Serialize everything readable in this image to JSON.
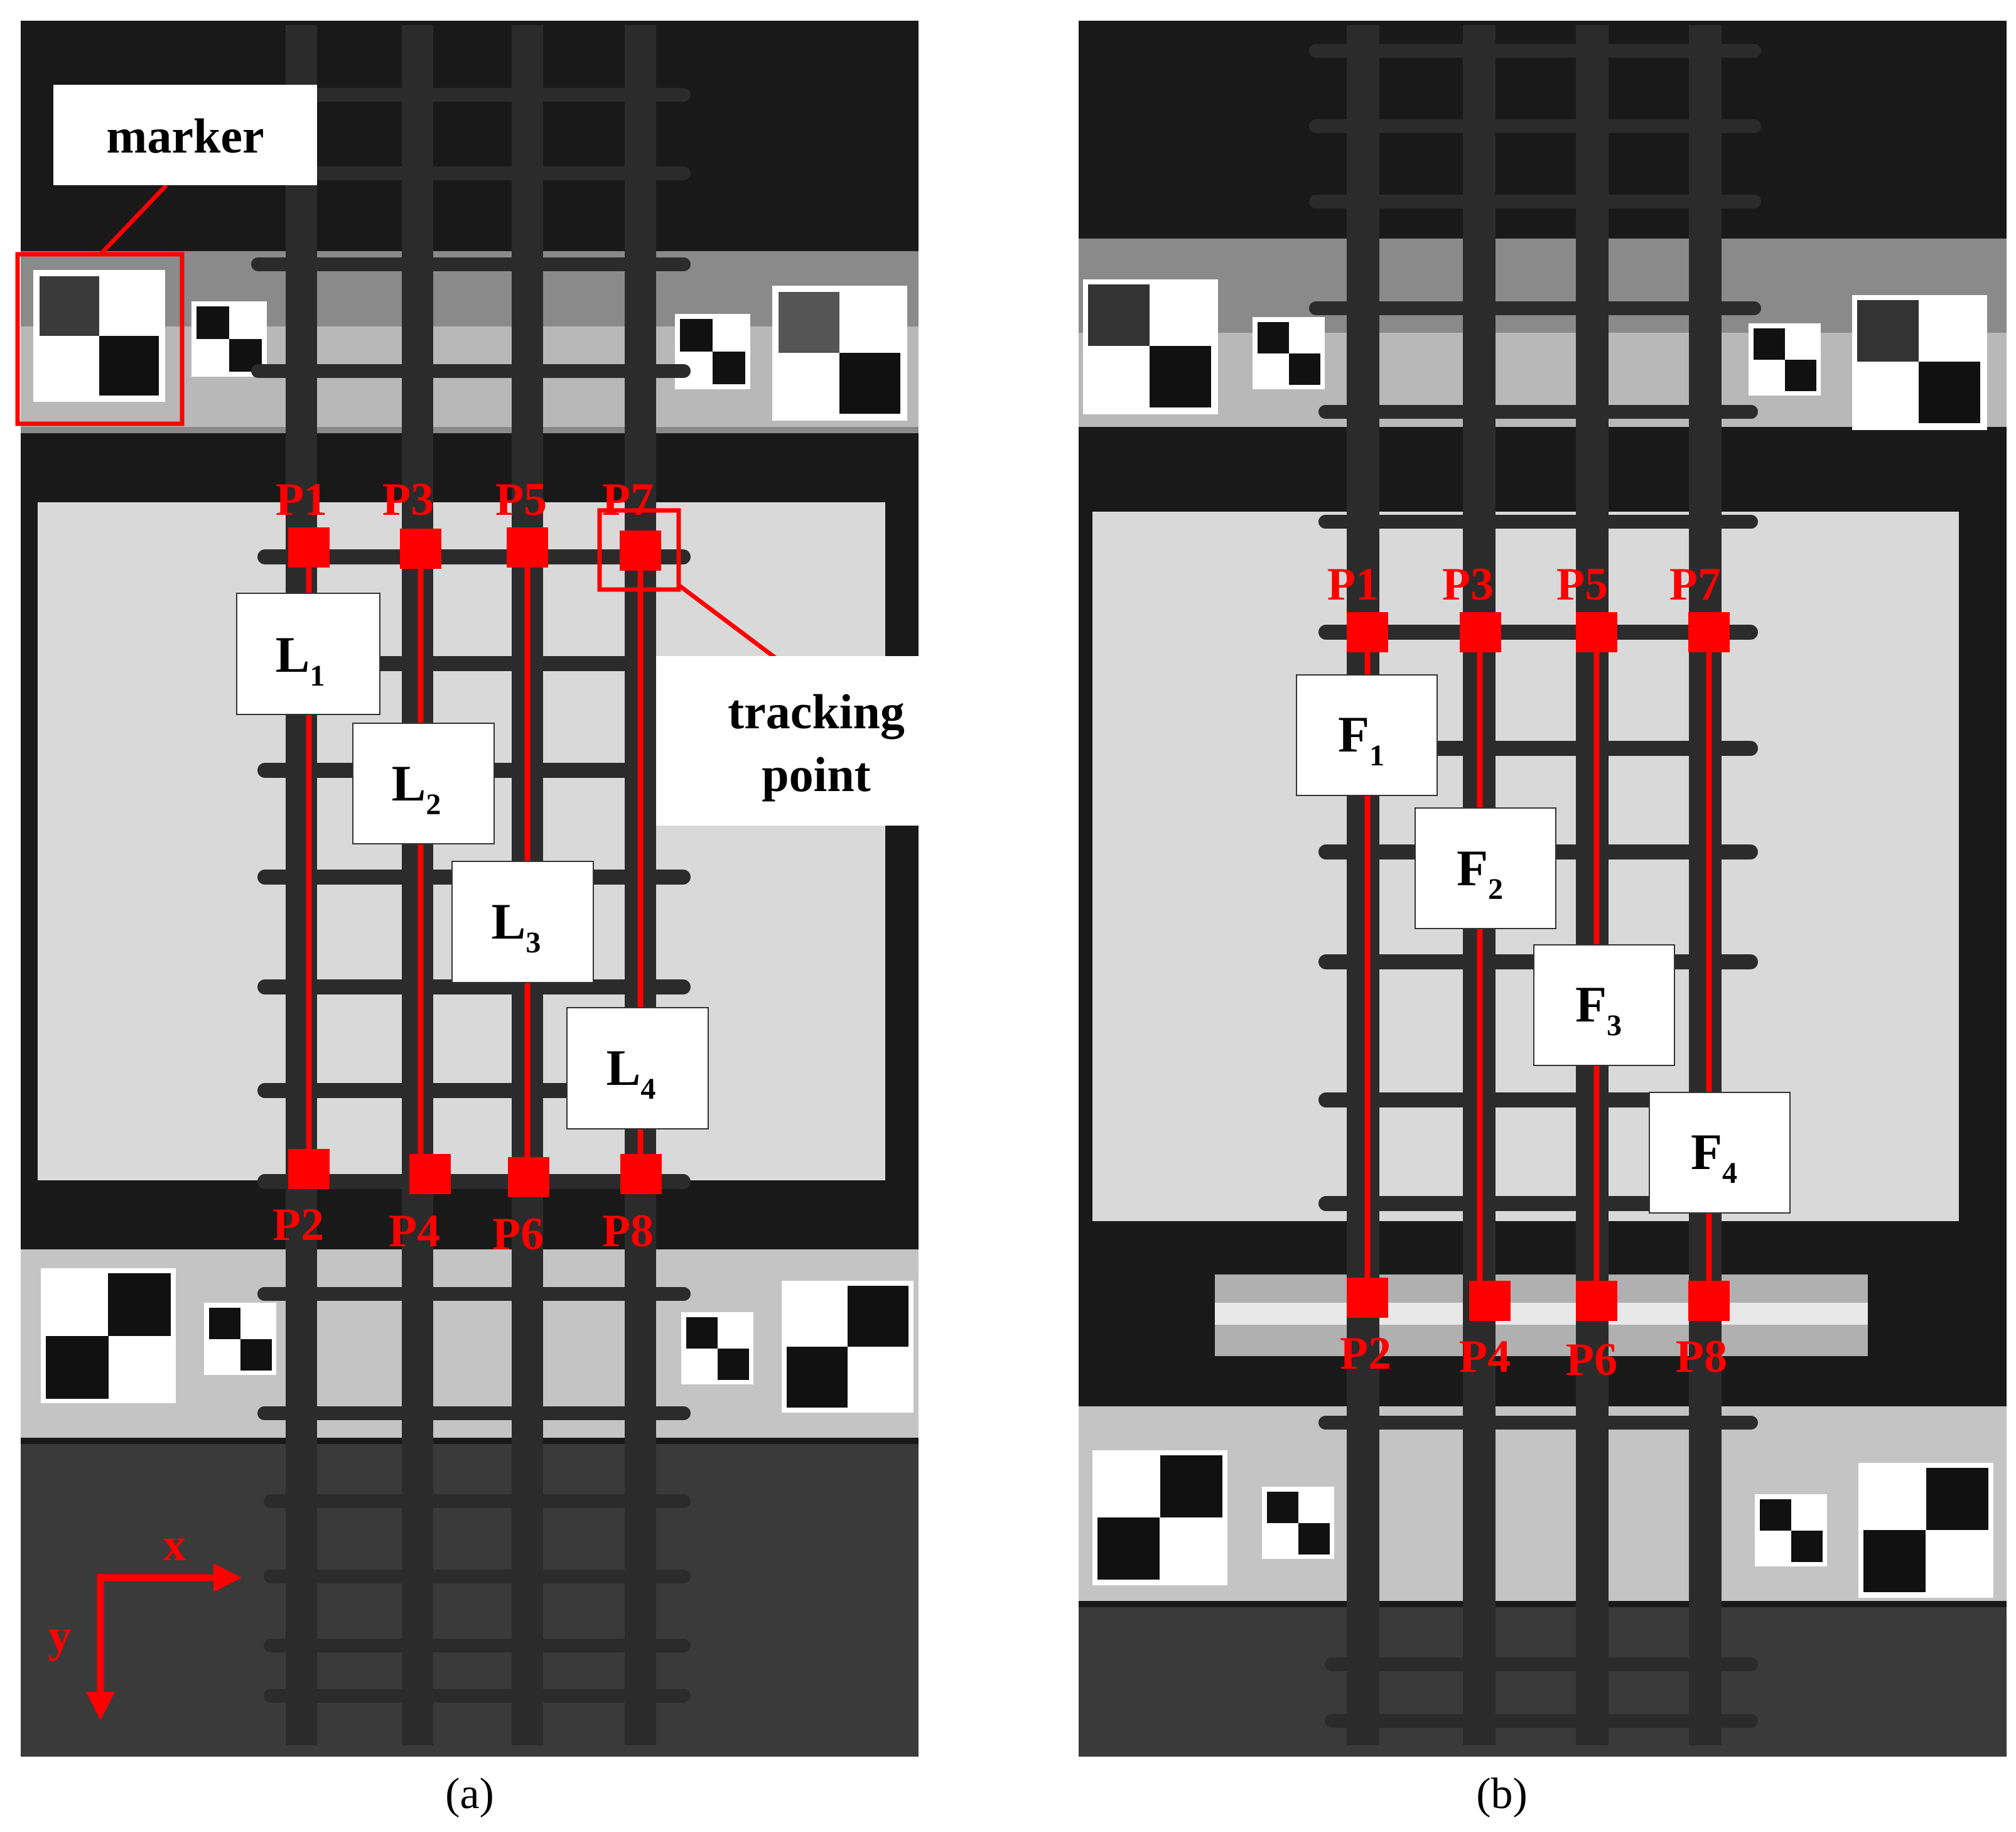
{
  "colors": {
    "accent": "#ff0000",
    "dark": "#141414",
    "grid_fiber": "#2b2b2b",
    "paper": "#d9d9d9",
    "label_bg": "#ffffff"
  },
  "panel_a": {
    "caption": "(a)",
    "marker_label": "marker",
    "tracking_label_line1": "tracking",
    "tracking_label_line2": "point",
    "axis_x": "x",
    "axis_y": "y",
    "top_points": [
      "P1",
      "P3",
      "P5",
      "P7"
    ],
    "bottom_points": [
      "P2",
      "P4",
      "P6",
      "P8"
    ],
    "lengths": [
      {
        "main": "L",
        "sub": "1"
      },
      {
        "main": "L",
        "sub": "2"
      },
      {
        "main": "L",
        "sub": "3"
      },
      {
        "main": "L",
        "sub": "4"
      }
    ]
  },
  "panel_b": {
    "caption": "(b)",
    "top_points": [
      "P1",
      "P3",
      "P5",
      "P7"
    ],
    "bottom_points": [
      "P2",
      "P4",
      "P6",
      "P8"
    ],
    "lengths": [
      {
        "main": "F",
        "sub": "1"
      },
      {
        "main": "F",
        "sub": "2"
      },
      {
        "main": "F",
        "sub": "3"
      },
      {
        "main": "F",
        "sub": "4"
      }
    ]
  }
}
